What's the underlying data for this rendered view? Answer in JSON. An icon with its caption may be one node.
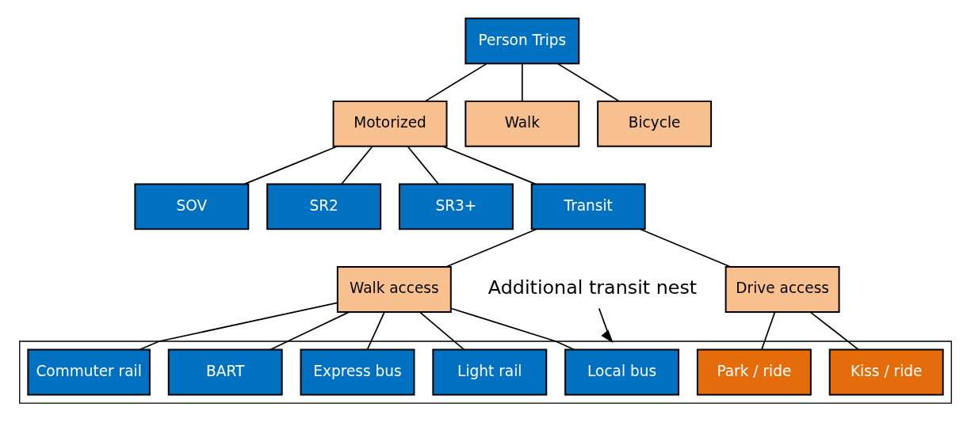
{
  "diagram": {
    "nodes": [
      {
        "text": [
          "Person Trips"
        ]
      },
      {
        "text": [
          "Motorized"
        ]
      },
      {
        "text": [
          "Walk"
        ]
      },
      {
        "text": [
          "Bicycle"
        ]
      },
      {
        "text": [
          "SOV"
        ]
      },
      {
        "text": [
          "SR2"
        ]
      },
      {
        "text": [
          "SR3+"
        ]
      },
      {
        "text": [
          "Transit"
        ]
      },
      {
        "text": [
          "Walk access"
        ]
      },
      {
        "text": [
          "Drive access"
        ]
      },
      {
        "text": [
          "Additional transit nest"
        ]
      },
      {
        "text": [],
        "shape": "box"
      },
      {
        "text": [
          "Local bus"
        ],
        "in": 11
      },
      {
        "text": [
          "Express bus"
        ],
        "in": 11
      },
      {
        "text": [
          "Light rail"
        ],
        "in": 11
      },
      {
        "text": [
          "Commuter rail"
        ],
        "in": 11
      },
      {
        "text": [
          "BART"
        ],
        "in": 11
      },
      {
        "text": [
          "Park / ride"
        ],
        "in": 11
      },
      {
        "text": [
          "Kiss / ride"
        ],
        "in": 11
      }
    ],
    "edges": [
      {
        "from": 0,
        "to": 1,
        "arrow": "none"
      },
      {
        "from": 0,
        "to": 2,
        "arrow": "none"
      },
      {
        "from": 0,
        "to": 3,
        "arrow": "none"
      },
      {
        "from": 1,
        "to": 4,
        "arrow": "none"
      },
      {
        "from": 1,
        "to": 5,
        "arrow": "none"
      },
      {
        "from": 1,
        "to": 6,
        "arrow": "none"
      },
      {
        "from": 1,
        "to": 7,
        "arrow": "none"
      },
      {
        "from": 7,
        "to": 8,
        "arrow": "none"
      },
      {
        "from": 7,
        "to": 9,
        "arrow": "none"
      },
      {
        "from": 8,
        "to": 12,
        "arrow": "none"
      },
      {
        "from": 8,
        "to": 13,
        "arrow": "none"
      },
      {
        "from": 8,
        "to": 14,
        "arrow": "none"
      },
      {
        "from": 8,
        "to": 15,
        "arrow": "none"
      },
      {
        "from": 8,
        "to": 16,
        "arrow": "none"
      },
      {
        "from": 9,
        "to": 17,
        "arrow": "none"
      },
      {
        "from": 9,
        "to": 18,
        "arrow": "none"
      },
      {
        "from": 10,
        "to": 11,
        "arrow": "to"
      }
    ]
  }
}
